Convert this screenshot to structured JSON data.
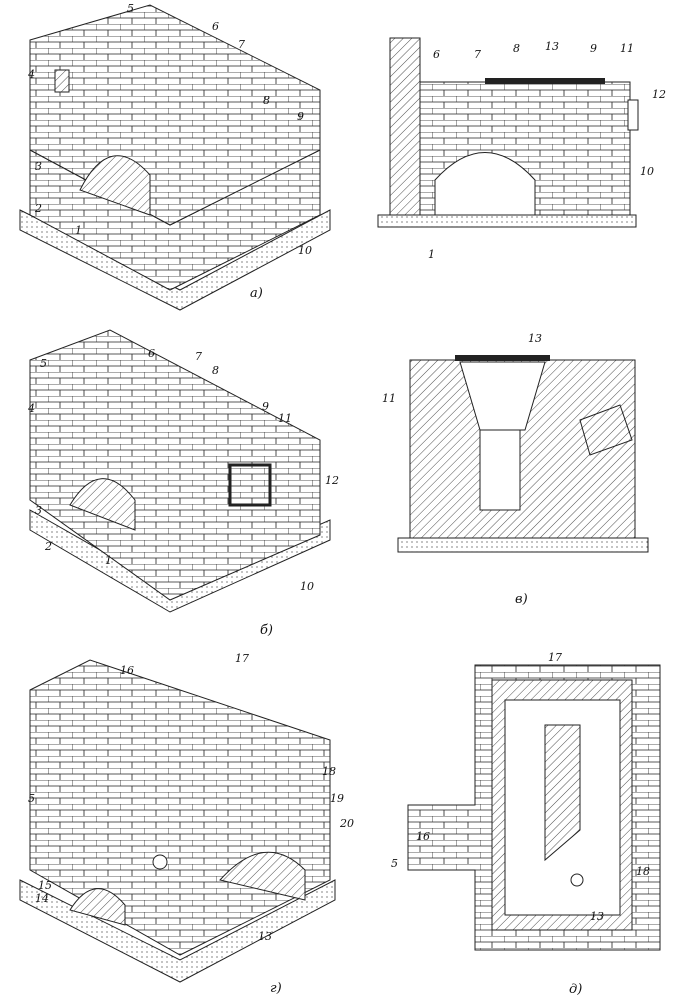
{
  "panels": {
    "a_iso": {
      "caption": "а)",
      "labels": [
        "5",
        "6",
        "7",
        "4",
        "8",
        "9",
        "3",
        "2",
        "1",
        "10"
      ]
    },
    "a_section": {
      "labels": [
        "6",
        "7",
        "8",
        "13",
        "9",
        "11",
        "12",
        "10",
        "1"
      ]
    },
    "b_iso": {
      "caption": "б)",
      "labels": [
        "5",
        "6",
        "7",
        "8",
        "4",
        "9",
        "11",
        "3",
        "12",
        "2",
        "1",
        "10"
      ]
    },
    "v_section": {
      "caption": "в)",
      "labels": [
        "13",
        "11"
      ]
    },
    "g_iso": {
      "caption": "г)",
      "labels": [
        "16",
        "17",
        "18",
        "5",
        "19",
        "20",
        "15",
        "14",
        "13"
      ]
    },
    "d_plan": {
      "caption": "д)",
      "labels": [
        "17",
        "16",
        "18",
        "5",
        "13"
      ]
    }
  },
  "colors": {
    "ink": "#111111",
    "paper": "#ffffff"
  }
}
